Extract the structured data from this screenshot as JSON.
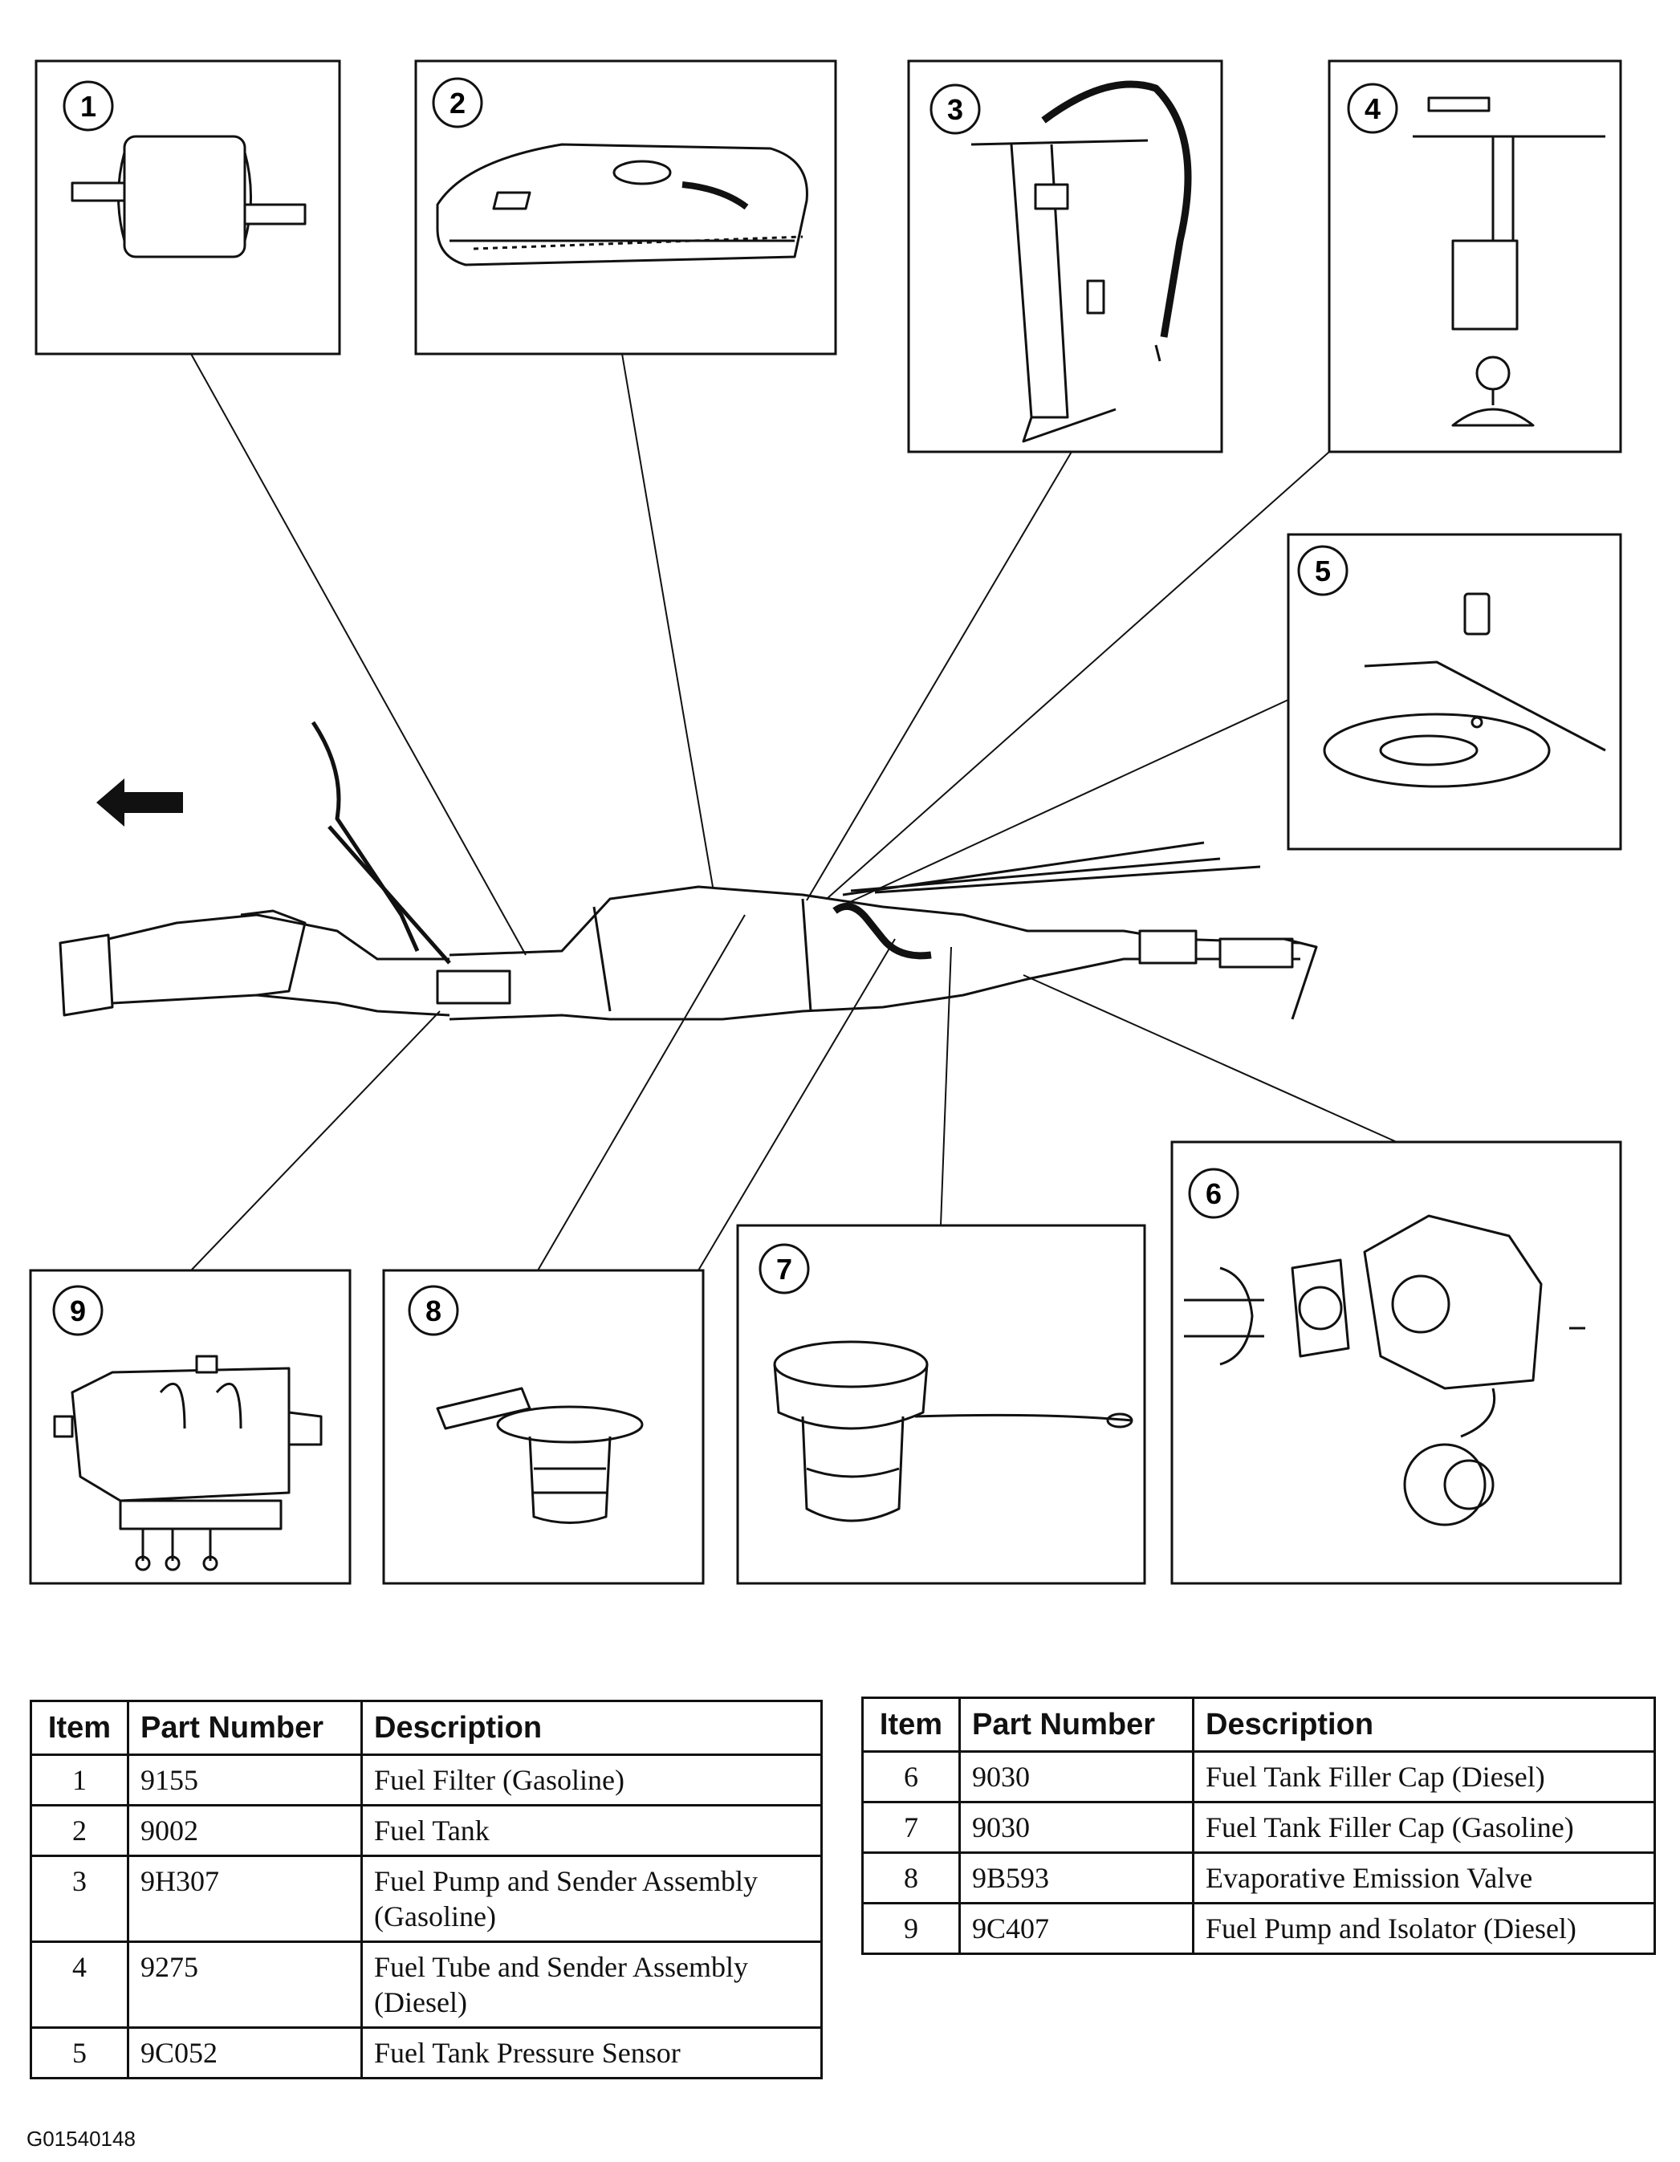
{
  "diagram": {
    "callouts": [
      "1",
      "2",
      "3",
      "4",
      "5",
      "6",
      "7",
      "8",
      "9"
    ],
    "direction_arrow": "arrow-left-icon",
    "figure_code": "G01540148"
  },
  "tables": {
    "headers": {
      "item": "Item",
      "part_number": "Part Number",
      "description": "Description"
    },
    "left_rows": [
      {
        "item": "1",
        "part": "9155",
        "desc": "Fuel Filter (Gasoline)"
      },
      {
        "item": "2",
        "part": "9002",
        "desc": "Fuel Tank"
      },
      {
        "item": "3",
        "part": "9H307",
        "desc": "Fuel Pump and Sender Assembly (Gasoline)"
      },
      {
        "item": "4",
        "part": "9275",
        "desc": "Fuel Tube and Sender Assembly (Diesel)"
      },
      {
        "item": "5",
        "part": "9C052",
        "desc": "Fuel Tank Pressure Sensor"
      }
    ],
    "right_rows": [
      {
        "item": "6",
        "part": "9030",
        "desc": "Fuel Tank Filler Cap (Diesel)"
      },
      {
        "item": "7",
        "part": "9030",
        "desc": "Fuel Tank Filler Cap (Gasoline)"
      },
      {
        "item": "8",
        "part": "9B593",
        "desc": "Evaporative Emission Valve"
      },
      {
        "item": "9",
        "part": "9C407",
        "desc": "Fuel Pump and Isolator (Diesel)"
      }
    ]
  }
}
